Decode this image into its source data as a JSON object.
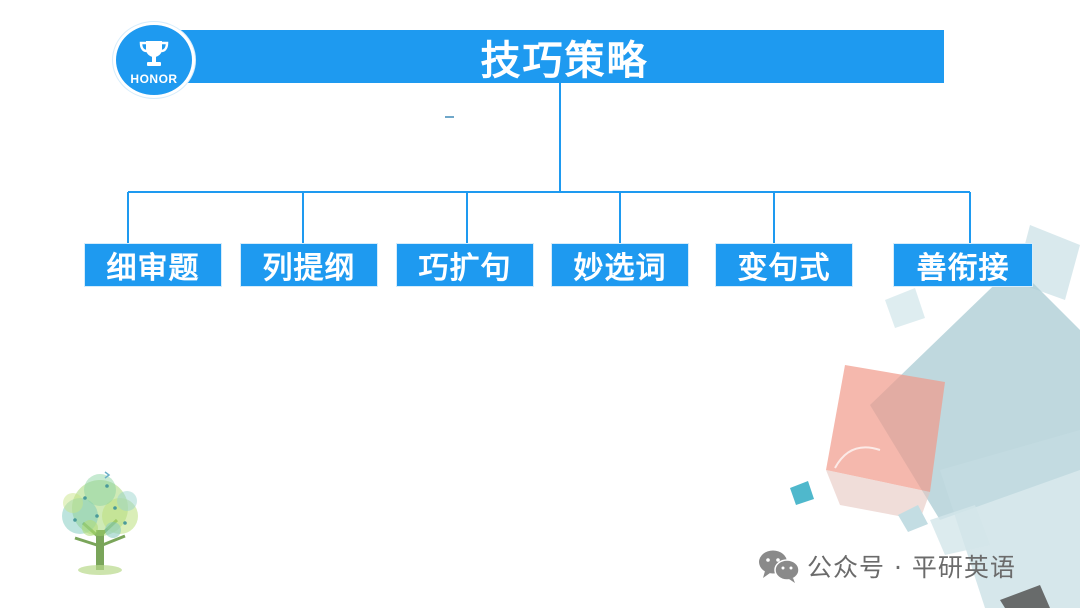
{
  "header": {
    "title": "技巧策略",
    "badge_label": "HONOR"
  },
  "categories": [
    {
      "label": "细审题"
    },
    {
      "label": "列提纲"
    },
    {
      "label": "巧扩句"
    },
    {
      "label": "妙选词"
    },
    {
      "label": "变句式"
    },
    {
      "label": "善衔接"
    }
  ],
  "watermark": {
    "text": "公众号 · 平研英语"
  },
  "colors": {
    "primary": "#1e9af0",
    "connector": "#1e9af0",
    "deco_teal": "#a8ccd6",
    "deco_salmon": "#f4a79b",
    "watermark_text": "#6b6b6b"
  },
  "icons": {
    "badge": "trophy-icon",
    "watermark": "wechat-icon",
    "logo": "tree-logo"
  }
}
